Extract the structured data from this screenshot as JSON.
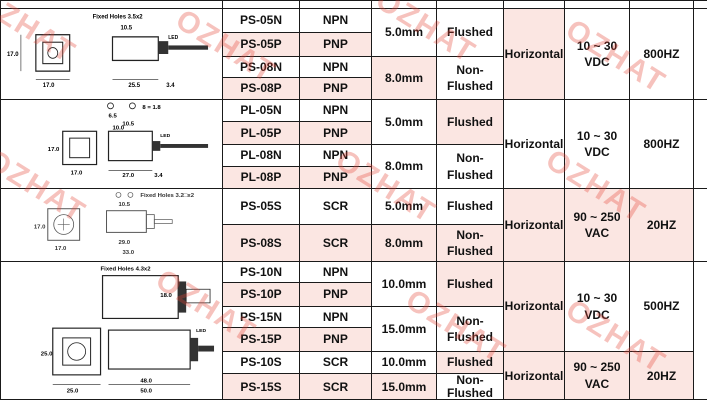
{
  "figures": {
    "fig1": {
      "caption": "Fixed Holes 3.5x2",
      "dims": [
        "10.5",
        "17.0",
        "17.0",
        "25.5",
        "3.4"
      ],
      "led": "LED"
    },
    "fig2": {
      "dims": [
        "6.5",
        "10.5",
        "8 = 1.8",
        "10.0",
        "17.0",
        "17.0",
        "27.0",
        "3.4"
      ],
      "led": "LED"
    },
    "fig3": {
      "caption": "Fixed Holes 3.2□x2",
      "dims": [
        "10.5",
        "17.0",
        "17.0",
        "29.0",
        "33.0"
      ]
    },
    "fig4": {
      "caption": "Fixed Holes 4.3x2",
      "dims": [
        "18.0",
        "25.0",
        "25.0",
        "48.0",
        "50.0"
      ],
      "led": "LED"
    }
  },
  "groups": [
    {
      "rows": [
        {
          "model": "PS-05N",
          "output": "NPN"
        },
        {
          "model": "PS-05P",
          "output": "PNP"
        },
        {
          "model": "PS-08N",
          "output": "NPN"
        },
        {
          "model": "PS-08P",
          "output": "PNP"
        }
      ],
      "dist1": "5.0mm",
      "mount1": "Flushed",
      "dist2": "8.0mm",
      "mount2_a": "Non-",
      "mount2_b": "Flushed",
      "direction": "Horizontal",
      "volt_a": "10 ~ 30",
      "volt_b": "VDC",
      "freq": "800HZ"
    },
    {
      "rows": [
        {
          "model": "PL-05N",
          "output": "NPN"
        },
        {
          "model": "PL-05P",
          "output": "PNP"
        },
        {
          "model": "PL-08N",
          "output": "NPN"
        },
        {
          "model": "PL-08P",
          "output": "PNP"
        }
      ],
      "dist1": "5.0mm",
      "mount1": "Flushed",
      "dist2": "8.0mm",
      "mount2_a": "Non-",
      "mount2_b": "Flushed",
      "direction": "Horizontal",
      "volt_a": "10 ~ 30",
      "volt_b": "VDC",
      "freq": "800HZ"
    },
    {
      "rows": [
        {
          "model": "PS-05S",
          "output": "SCR"
        },
        {
          "model": "PS-08S",
          "output": "SCR"
        }
      ],
      "dist1": "5.0mm",
      "mount1": "Flushed",
      "dist2": "8.0mm",
      "mount2_a": "Non-",
      "mount2_b": "Flushed",
      "direction": "Horizontal",
      "volt_a": "90 ~ 250",
      "volt_b": "VAC",
      "freq": "20HZ"
    },
    {
      "rows": [
        {
          "model": "PS-10N",
          "output": "NPN"
        },
        {
          "model": "PS-10P",
          "output": "PNP"
        },
        {
          "model": "PS-15N",
          "output": "NPN"
        },
        {
          "model": "PS-15P",
          "output": "PNP"
        }
      ],
      "dist1": "10.0mm",
      "mount1": "Flushed",
      "dist2": "15.0mm",
      "mount2_a": "Non-",
      "mount2_b": "Flushed",
      "direction": "Horizontal",
      "volt_a": "10 ~ 30",
      "volt_b": "VDC",
      "freq": "500HZ"
    },
    {
      "rows": [
        {
          "model": "PS-10S",
          "output": "SCR"
        },
        {
          "model": "PS-15S",
          "output": "SCR"
        }
      ],
      "dist1": "10.0mm",
      "mount1": "Flushed",
      "dist2": "15.0mm",
      "mount2_a": "Non-",
      "mount2_b": "Flushed",
      "direction": "Horizontal",
      "volt_a": "90 ~ 250",
      "volt_b": "VAC",
      "freq": "20HZ"
    }
  ],
  "watermark": "OZHAT",
  "colors": {
    "row_tint": "#fbe6e2",
    "watermark": "#e64436",
    "border": "#1a1a1a"
  }
}
